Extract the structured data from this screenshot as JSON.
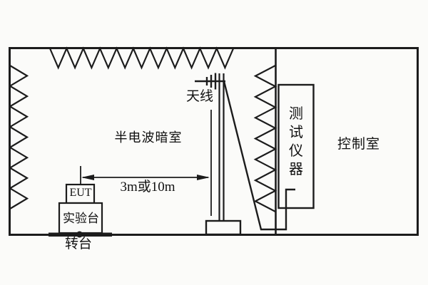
{
  "colors": {
    "line": "#1c1c1c",
    "text": "#111111",
    "background": "#fbfbf9"
  },
  "diagram": {
    "title_none": "",
    "chamber_label": "半电波暗室",
    "control_room_label": "控制室",
    "antenna_label": "天线",
    "distance_label": "3m或10m",
    "eut_label": "EUT",
    "bench_label": "实验台",
    "turntable_label": "转台",
    "instrument_label": "测试仪器",
    "instrument_chars": [
      "测",
      "试",
      "仪",
      "器"
    ]
  }
}
